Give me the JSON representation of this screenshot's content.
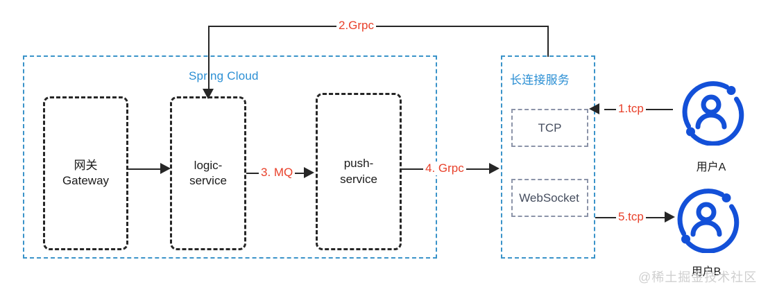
{
  "diagram": {
    "title": "IM long-connection push architecture",
    "colors": {
      "zone_border": "#3a93c9",
      "zone_title": "#2b8fd4",
      "service_border": "#262626",
      "proto_border": "#8b93a8",
      "step_label": "#e8402a",
      "avatar": "#1350d8",
      "watermark": "#cfcfcf"
    }
  },
  "zones": [
    {
      "id": "spring-cloud",
      "title": "Spring Cloud"
    },
    {
      "id": "long-conn",
      "title": "长连接服务"
    }
  ],
  "services": [
    {
      "id": "gateway",
      "label": "网关\nGateway"
    },
    {
      "id": "logic-service",
      "label": "logic-\nservice"
    },
    {
      "id": "push-service",
      "label": "push-\nservice"
    }
  ],
  "protocols": [
    {
      "id": "tcp",
      "label": "TCP"
    },
    {
      "id": "websocket",
      "label": "WebSocket"
    }
  ],
  "steps": [
    {
      "id": "step-2",
      "label": "2.Grpc"
    },
    {
      "id": "step-1",
      "label": "1.tcp"
    },
    {
      "id": "step-3",
      "label": "3. MQ"
    },
    {
      "id": "step-4",
      "label": "4. Grpc"
    },
    {
      "id": "step-5",
      "label": "5.tcp"
    }
  ],
  "users": [
    {
      "id": "user-a",
      "name": "用户A"
    },
    {
      "id": "user-b",
      "name": "用户B"
    }
  ],
  "watermark": {
    "text": "@稀土掘金技术社区"
  }
}
